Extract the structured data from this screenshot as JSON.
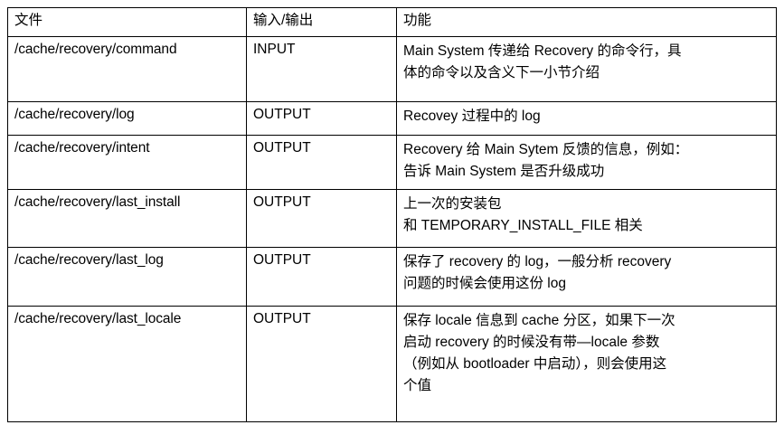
{
  "document": {
    "type": "table",
    "language": "zh-CN",
    "background_color": "#ffffff",
    "text_color": "#000000",
    "border_color": "#000000"
  },
  "table": {
    "headers": {
      "file": "文件",
      "io": "输入/输出",
      "function": "功能"
    },
    "rows": [
      {
        "file": "/cache/recovery/command",
        "io": "INPUT",
        "function_lines": [
          "Main System 传递给 Recovery 的命令行，具",
          "体的命令以及含义下一小节介绍"
        ]
      },
      {
        "file": "/cache/recovery/log",
        "io": "OUTPUT",
        "function_lines": [
          "Recovey 过程中的 log"
        ]
      },
      {
        "file": "/cache/recovery/intent",
        "io": "OUTPUT",
        "function_lines": [
          "Recovery 给 Main Sytem 反馈的信息，例如：",
          "告诉 Main System 是否升级成功"
        ]
      },
      {
        "file": "/cache/recovery/last_install",
        "io": "OUTPUT",
        "function_lines": [
          "上一次的安装包",
          "和 TEMPORARY_INSTALL_FILE 相关"
        ]
      },
      {
        "file": "/cache/recovery/last_log",
        "io": "OUTPUT",
        "function_lines": [
          "保存了 recovery 的 log，一般分析 recovery",
          "问题的时候会使用这份 log"
        ]
      },
      {
        "file": "/cache/recovery/last_locale",
        "io": "OUTPUT",
        "function_lines": [
          "保存 locale 信息到 cache 分区，如果下一次",
          "启动 recovery 的时候没有带—locale 参数",
          "（例如从 bootloader 中启动），则会使用这",
          "个值"
        ]
      }
    ]
  }
}
